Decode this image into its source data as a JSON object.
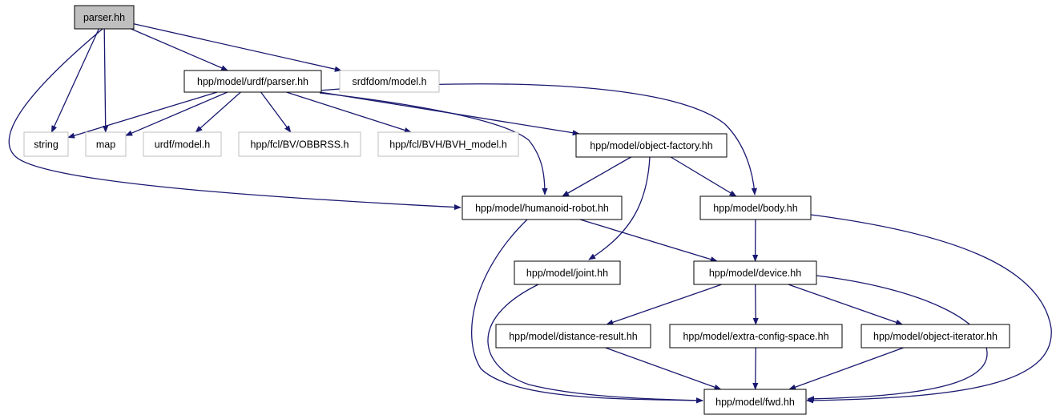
{
  "colors": {
    "edge": "#191970",
    "node_border": "#000000",
    "external_border": "#bfbfbf",
    "root_fill": "#bfbfbf",
    "text": "#000000"
  },
  "nodes": [
    {
      "id": "root",
      "label": "parser.hh",
      "kind": "root"
    },
    {
      "id": "urdf_parser",
      "label": "hpp/model/urdf/parser.hh",
      "kind": "internal"
    },
    {
      "id": "srdfdom",
      "label": "srdfdom/model.h",
      "kind": "external"
    },
    {
      "id": "string",
      "label": "string",
      "kind": "external"
    },
    {
      "id": "map",
      "label": "map",
      "kind": "external"
    },
    {
      "id": "urdf_model",
      "label": "urdf/model.h",
      "kind": "external"
    },
    {
      "id": "obbrss",
      "label": "hpp/fcl/BV/OBBRSS.h",
      "kind": "external"
    },
    {
      "id": "bvh_model",
      "label": "hpp/fcl/BVH/BVH_model.h",
      "kind": "external"
    },
    {
      "id": "object_factory",
      "label": "hpp/model/object-factory.hh",
      "kind": "internal"
    },
    {
      "id": "humanoid_robot",
      "label": "hpp/model/humanoid-robot.hh",
      "kind": "internal"
    },
    {
      "id": "body",
      "label": "hpp/model/body.hh",
      "kind": "internal"
    },
    {
      "id": "joint",
      "label": "hpp/model/joint.hh",
      "kind": "internal"
    },
    {
      "id": "device",
      "label": "hpp/model/device.hh",
      "kind": "internal"
    },
    {
      "id": "distance_result",
      "label": "hpp/model/distance-result.hh",
      "kind": "internal"
    },
    {
      "id": "extra_config",
      "label": "hpp/model/extra-config-space.hh",
      "kind": "internal"
    },
    {
      "id": "object_iterator",
      "label": "hpp/model/object-iterator.hh",
      "kind": "internal"
    },
    {
      "id": "fwd",
      "label": "hpp/model/fwd.hh",
      "kind": "internal"
    }
  ],
  "edges": [
    {
      "from": "root",
      "to": "urdf_parser"
    },
    {
      "from": "root",
      "to": "srdfdom"
    },
    {
      "from": "root",
      "to": "string"
    },
    {
      "from": "root",
      "to": "map"
    },
    {
      "from": "root",
      "to": "humanoid_robot"
    },
    {
      "from": "urdf_parser",
      "to": "string"
    },
    {
      "from": "urdf_parser",
      "to": "map"
    },
    {
      "from": "urdf_parser",
      "to": "urdf_model"
    },
    {
      "from": "urdf_parser",
      "to": "obbrss"
    },
    {
      "from": "urdf_parser",
      "to": "bvh_model"
    },
    {
      "from": "urdf_parser",
      "to": "object_factory"
    },
    {
      "from": "urdf_parser",
      "to": "humanoid_robot"
    },
    {
      "from": "urdf_parser",
      "to": "body"
    },
    {
      "from": "object_factory",
      "to": "humanoid_robot"
    },
    {
      "from": "object_factory",
      "to": "body"
    },
    {
      "from": "object_factory",
      "to": "joint"
    },
    {
      "from": "humanoid_robot",
      "to": "device"
    },
    {
      "from": "humanoid_robot",
      "to": "fwd"
    },
    {
      "from": "body",
      "to": "device"
    },
    {
      "from": "body",
      "to": "fwd"
    },
    {
      "from": "joint",
      "to": "fwd"
    },
    {
      "from": "device",
      "to": "distance_result"
    },
    {
      "from": "device",
      "to": "extra_config"
    },
    {
      "from": "device",
      "to": "object_iterator"
    },
    {
      "from": "device",
      "to": "fwd"
    },
    {
      "from": "distance_result",
      "to": "fwd"
    },
    {
      "from": "extra_config",
      "to": "fwd"
    },
    {
      "from": "object_iterator",
      "to": "fwd"
    }
  ]
}
